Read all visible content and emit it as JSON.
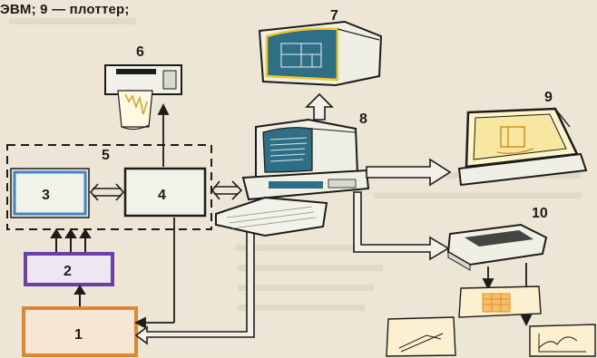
{
  "header": {
    "caption_fragment": "ЭВМ; 9 — плоттер;"
  },
  "labels": {
    "n1": "1",
    "n2": "2",
    "n3": "3",
    "n4": "4",
    "n5": "5",
    "n6": "6",
    "n7": "7",
    "n8": "8",
    "n9": "9",
    "n10": "10"
  },
  "colors": {
    "paper": "#ede6d6",
    "ink": "#1d1c19",
    "block1_border": "#e0862f",
    "block2_border": "#6b3fa8",
    "block3_border": "#3f86c9",
    "screen": "#2e6f86",
    "device_body": "#efefe6",
    "accent_yellow": "#f0c62c"
  },
  "icons": {
    "chart-recorder": "chart-recorder-icon",
    "display-monitor": "display-monitor-icon",
    "computer-terminal": "computer-terminal-icon",
    "flatbed-plotter": "flatbed-plotter-icon",
    "printer": "printer-icon"
  }
}
